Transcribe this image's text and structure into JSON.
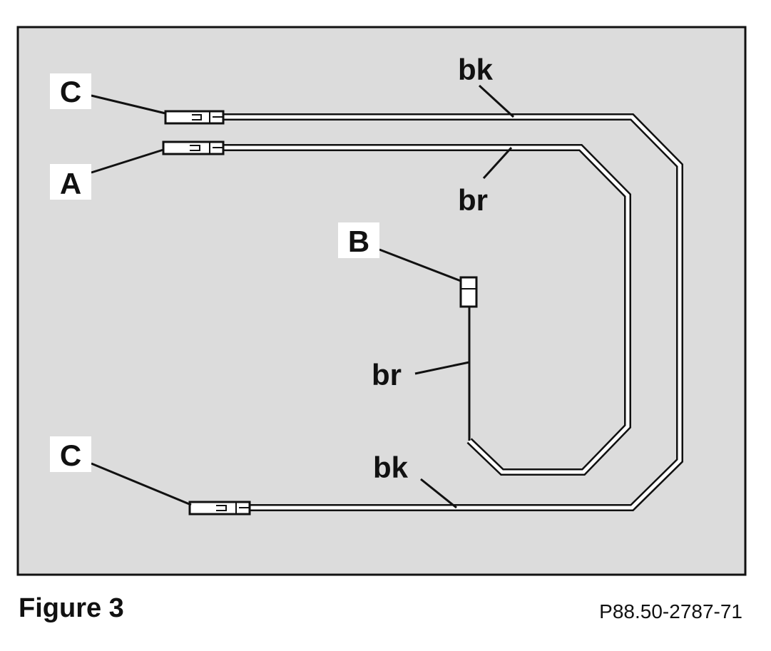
{
  "labels": {
    "c_top": "C",
    "a": "A",
    "b": "B",
    "c_bottom": "C",
    "bk_top": "bk",
    "br_top": "br",
    "br_mid": "br",
    "bk_bottom": "bk"
  },
  "caption": "Figure 3",
  "reference": "P88.50-2787-71",
  "colors": {
    "panel": "#dcdcdc",
    "border": "#111111",
    "wire": "#111111",
    "label_bg": "#ffffff"
  }
}
